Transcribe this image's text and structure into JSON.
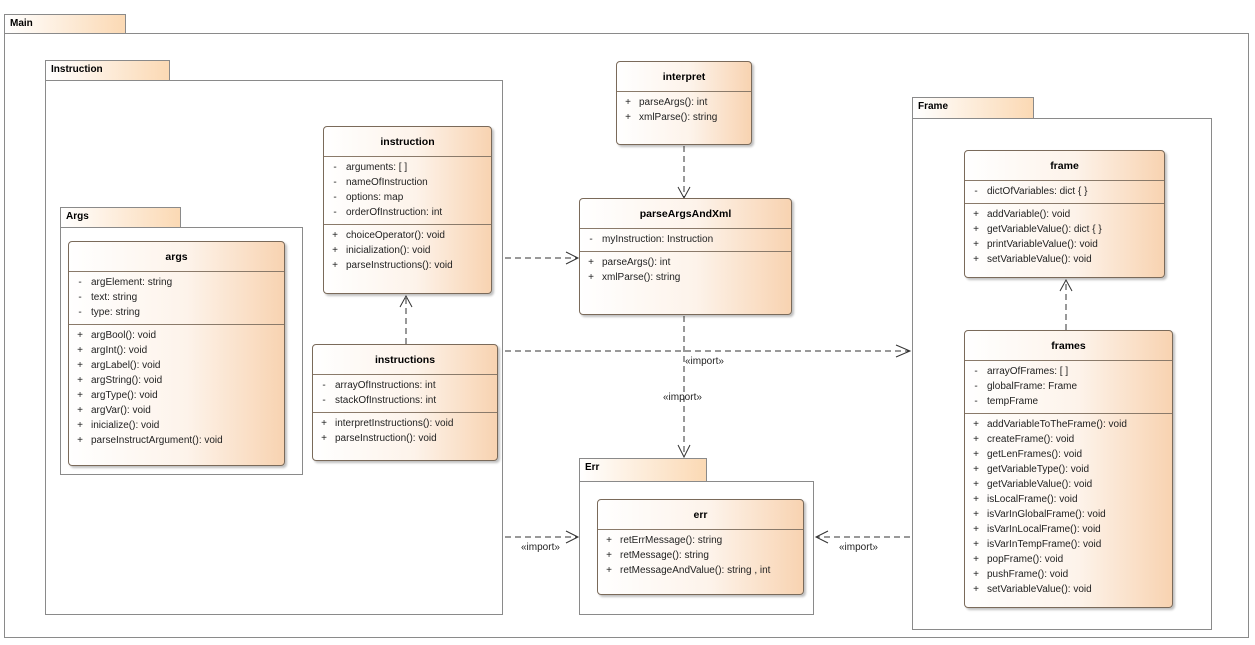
{
  "packages": {
    "main": "Main",
    "instruction": "Instruction",
    "args": "Args",
    "frame": "Frame",
    "err": "Err"
  },
  "classes": {
    "args": {
      "name": "args",
      "attributes": [
        {
          "vis": "-",
          "text": "argElement: string"
        },
        {
          "vis": "-",
          "text": "text: string"
        },
        {
          "vis": "-",
          "text": "type: string"
        }
      ],
      "operations": [
        {
          "vis": "+",
          "text": "argBool(): void"
        },
        {
          "vis": "+",
          "text": "argInt(): void"
        },
        {
          "vis": "+",
          "text": "argLabel(): void"
        },
        {
          "vis": "+",
          "text": "argString(): void"
        },
        {
          "vis": "+",
          "text": "argType(): void"
        },
        {
          "vis": "+",
          "text": "argVar(): void"
        },
        {
          "vis": "+",
          "text": "inicialize(): void"
        },
        {
          "vis": "+",
          "text": "parseInstructArgument(): void"
        }
      ]
    },
    "instruction": {
      "name": "instruction",
      "attributes": [
        {
          "vis": "-",
          "text": "arguments: [ ]"
        },
        {
          "vis": "-",
          "text": "nameOfInstruction"
        },
        {
          "vis": "-",
          "text": "options: map"
        },
        {
          "vis": "-",
          "text": "orderOfInstruction: int"
        }
      ],
      "operations": [
        {
          "vis": "+",
          "text": "choiceOperator(): void"
        },
        {
          "vis": "+",
          "text": "inicialization(): void"
        },
        {
          "vis": "+",
          "text": "parseInstructions(): void"
        }
      ]
    },
    "instructions": {
      "name": "instructions",
      "attributes": [
        {
          "vis": "-",
          "text": "arrayOfInstructions: int"
        },
        {
          "vis": "-",
          "text": "stackOfInstructions: int"
        }
      ],
      "operations": [
        {
          "vis": "+",
          "text": "interpretInstructions(): void"
        },
        {
          "vis": "+",
          "text": "parseInstruction(): void"
        }
      ]
    },
    "interpret": {
      "name": "interpret",
      "operations": [
        {
          "vis": "+",
          "text": "parseArgs(): int"
        },
        {
          "vis": "+",
          "text": "xmlParse(): string"
        }
      ]
    },
    "parseArgsAndXml": {
      "name": "parseArgsAndXml",
      "attributes": [
        {
          "vis": "-",
          "text": "myInstruction: Instruction"
        }
      ],
      "operations": [
        {
          "vis": "+",
          "text": "parseArgs(): int"
        },
        {
          "vis": "+",
          "text": "xmlParse(): string"
        }
      ]
    },
    "err": {
      "name": "err",
      "operations": [
        {
          "vis": "+",
          "text": "retErrMessage(): string"
        },
        {
          "vis": "+",
          "text": "retMessage(): string"
        },
        {
          "vis": "+",
          "text": "retMessageAndValue(): string , int"
        }
      ]
    },
    "frame": {
      "name": "frame",
      "attributes": [
        {
          "vis": "-",
          "text": "dictOfVariables: dict { }"
        }
      ],
      "operations": [
        {
          "vis": "+",
          "text": "addVariable(): void"
        },
        {
          "vis": "+",
          "text": "getVariableValue(): dict { }"
        },
        {
          "vis": "+",
          "text": "printVariableValue(): void"
        },
        {
          "vis": "+",
          "text": "setVariableValue(): void"
        }
      ]
    },
    "frames": {
      "name": "frames",
      "attributes": [
        {
          "vis": "-",
          "text": "arrayOfFrames: [ ]"
        },
        {
          "vis": "-",
          "text": "globalFrame: Frame"
        },
        {
          "vis": "-",
          "text": "tempFrame"
        }
      ],
      "operations": [
        {
          "vis": "+",
          "text": "addVariableToTheFrame(): void"
        },
        {
          "vis": "+",
          "text": "createFrame(): void"
        },
        {
          "vis": "+",
          "text": "getLenFrames(): void"
        },
        {
          "vis": "+",
          "text": "getVariableType(): void"
        },
        {
          "vis": "+",
          "text": "getVariableValue(): void"
        },
        {
          "vis": "+",
          "text": "isLocalFrame(): void"
        },
        {
          "vis": "+",
          "text": "isVarInGlobalFrame(): void"
        },
        {
          "vis": "+",
          "text": "isVarInLocalFrame(): void"
        },
        {
          "vis": "+",
          "text": "isVarInTempFrame(): void"
        },
        {
          "vis": "+",
          "text": "popFrame(): void"
        },
        {
          "vis": "+",
          "text": "pushFrame(): void"
        },
        {
          "vis": "+",
          "text": "setVariableValue(): void"
        }
      ]
    }
  },
  "connector_labels": {
    "import_1": "«import»",
    "import_2": "«import»",
    "import_3": "«import»",
    "import_4": "«import»"
  }
}
